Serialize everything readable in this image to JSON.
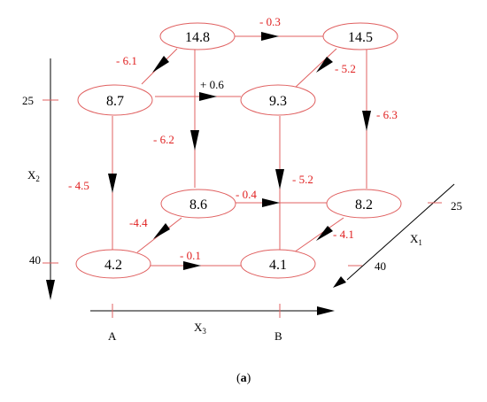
{
  "nodes": {
    "top_back_left": "14.8",
    "top_back_right": "14.5",
    "top_front_left": "8.7",
    "top_front_right": "9.3",
    "bottom_back_left": "8.6",
    "bottom_back_right": "8.2",
    "bottom_front_left": "4.2",
    "bottom_front_right": "4.1"
  },
  "effects": {
    "top_back": "- 0.3",
    "top_left_diag": "- 6.1",
    "top_right_diag": "- 5.2",
    "top_front": "+ 0.6",
    "back_left_vertical": "- 6.2",
    "back_right_vertical": "- 6.3",
    "front_left_vertical": "- 4.5",
    "front_right_vertical": "- 5.2",
    "bottom_back": "- 0.4",
    "bottom_left_diag": "-4.4",
    "bottom_right_diag": "- 4.1",
    "bottom_front": "- 0.1"
  },
  "axes": {
    "x2": {
      "label_main": "X",
      "label_sub": "2",
      "tick_high": "25",
      "tick_low": "40"
    },
    "x1": {
      "label_main": "X",
      "label_sub": "1",
      "tick_high": "25",
      "tick_low": "40"
    },
    "x3": {
      "label_main": "X",
      "label_sub": "3",
      "tick_left": "A",
      "tick_right": "B"
    }
  },
  "caption": {
    "open": "(",
    "letter": "a",
    "close": ")"
  }
}
